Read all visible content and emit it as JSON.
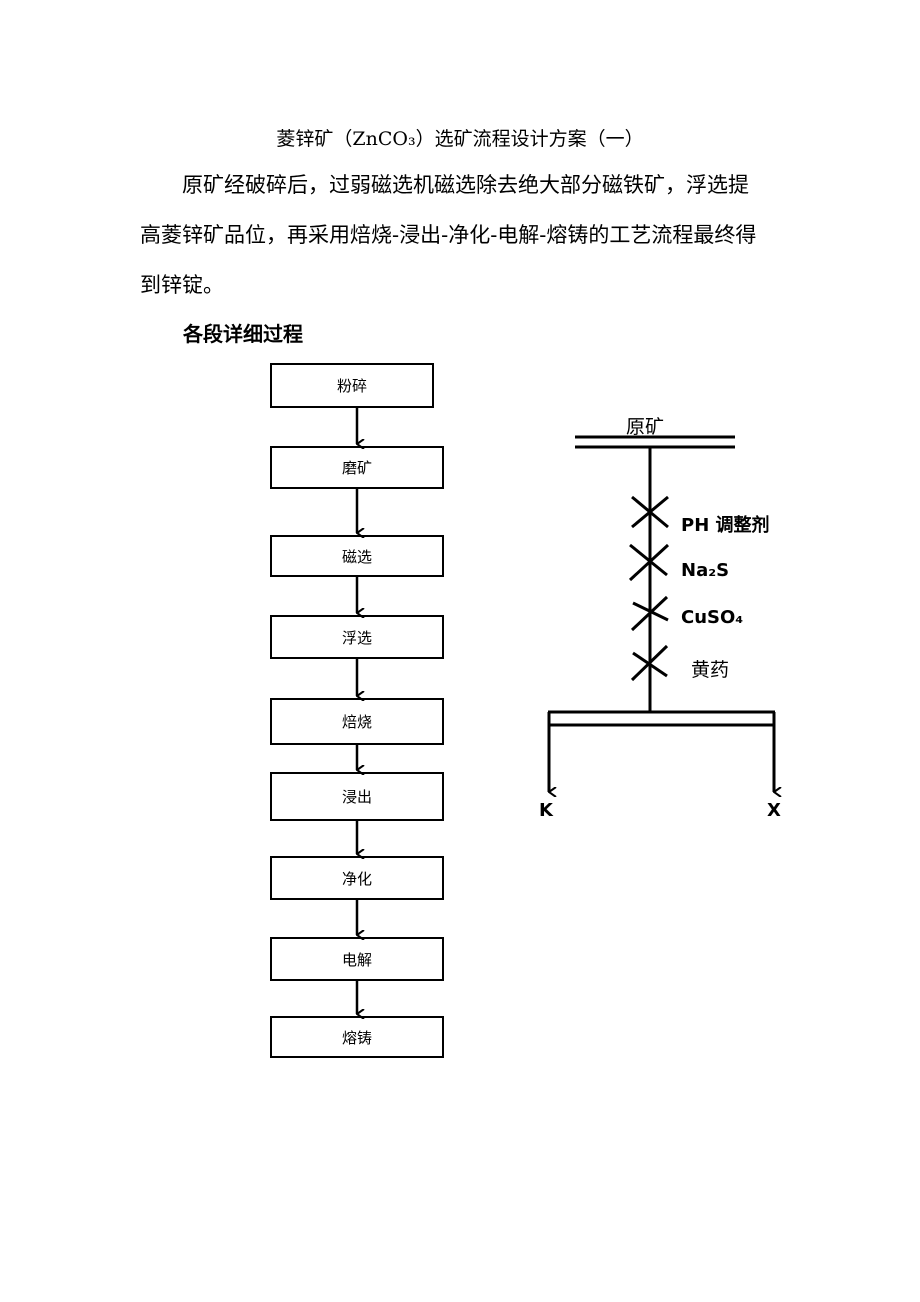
{
  "document": {
    "title": "菱锌矿（ZnCO₃）选矿流程设计方案（一）",
    "paragraph_lines": [
      "原矿经破碎后，过弱磁选机磁选除去绝大部分磁铁矿，浮选提",
      "高菱锌矿品位，再采用焙烧-浸出-净化-电解-熔铸的工艺流程最终得",
      "到锌锭。"
    ],
    "section_heading": "各段详细过程"
  },
  "flowchart": {
    "steps": [
      "粉碎",
      "磨矿",
      "磁选",
      "浮选",
      "焙烧",
      "浸出",
      "净化",
      "电解",
      "熔铸"
    ]
  },
  "flotation_diagram": {
    "feed": "原矿",
    "reagents": [
      "PH 调整剂",
      "Na₂S",
      "CuSO₄",
      "黄药"
    ],
    "outputs": [
      "K",
      "X"
    ]
  }
}
